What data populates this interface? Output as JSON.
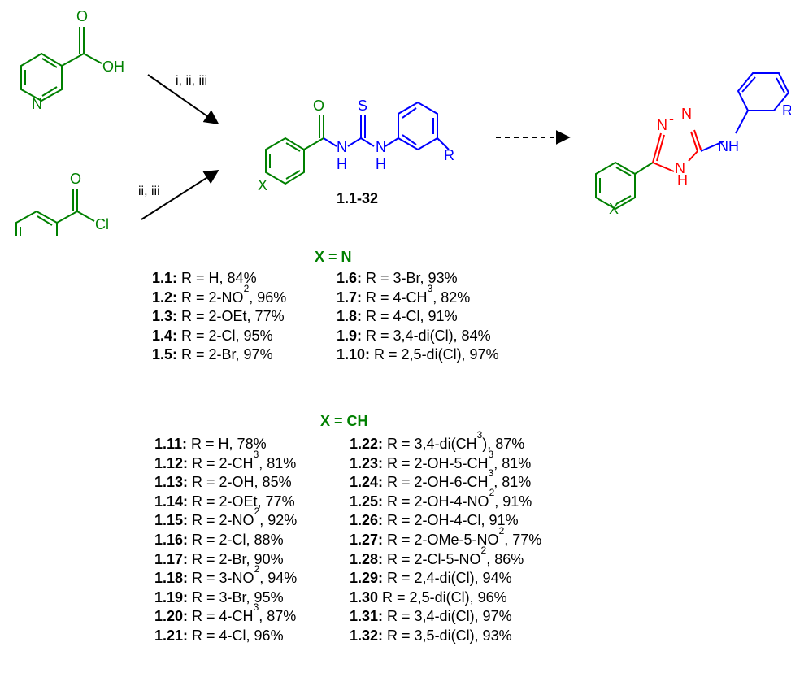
{
  "scheme": {
    "reagents_top": "i, ii, iii",
    "reagents_bottom": "ii, iii",
    "compound_series": "1.1-32",
    "atoms": {
      "carbonyl_o": "O",
      "hydroxyl": "OH",
      "ring_n": "N",
      "chloride": "Cl",
      "ring_x": "X",
      "thio_s": "S",
      "nh": "N",
      "h": "H",
      "r_group": "R",
      "triazole_n1": "N",
      "triazole_n2": "N",
      "triazole_dash": "-",
      "triazole_nh": "NH",
      "triazole_nh_n": "N",
      "triazole_nh_h": "H",
      "r_group_cut": "R"
    },
    "colors": {
      "green": "#008000",
      "blue": "#0000ff",
      "red": "#ff0000",
      "black": "#000000"
    }
  },
  "pyridine_section": {
    "heading": "X = N",
    "col1": [
      {
        "id": "1.1:",
        "pre": " R = H, 84%",
        "sub": "",
        "post": ""
      },
      {
        "id": "1.2:",
        "pre": " R = 2-NO",
        "sub": "2",
        "post": ", 96%"
      },
      {
        "id": "1.3:",
        "pre": " R = 2-OEt, 77%",
        "sub": "",
        "post": ""
      },
      {
        "id": "1.4:",
        "pre": " R = 2-Cl, 95%",
        "sub": "",
        "post": ""
      },
      {
        "id": "1.5:",
        "pre": " R = 2-Br, 97%",
        "sub": "",
        "post": ""
      }
    ],
    "col2": [
      {
        "id": "1.6:",
        "pre": " R = 3-Br, 93%",
        "sub": "",
        "post": ""
      },
      {
        "id": "1.7:",
        "pre": " R = 4-CH",
        "sub": "3",
        "post": ", 82%"
      },
      {
        "id": "1.8:",
        "pre": " R = 4-Cl, 91%",
        "sub": "",
        "post": ""
      },
      {
        "id": "1.9:",
        "pre": " R = 3,4-di(Cl), 84%",
        "sub": "",
        "post": ""
      },
      {
        "id": "1.10:",
        "pre": " R = 2,5-di(Cl), 97%",
        "sub": "",
        "post": ""
      }
    ]
  },
  "benzene_section": {
    "heading": "X = CH",
    "col1": [
      {
        "id": "1.11:",
        "pre": " R = H, 78%",
        "sub": "",
        "post": ""
      },
      {
        "id": "1.12:",
        "pre": " R = 2-CH",
        "sub": "3",
        "post": ", 81%"
      },
      {
        "id": "1.13:",
        "pre": " R = 2-OH, 85%",
        "sub": "",
        "post": ""
      },
      {
        "id": "1.14:",
        "pre": " R = 2-OEt, 77%",
        "sub": "",
        "post": ""
      },
      {
        "id": "1.15:",
        "pre": " R = 2-NO",
        "sub": "2",
        "post": ", 92%"
      },
      {
        "id": "1.16:",
        "pre": " R = 2-Cl, 88%",
        "sub": "",
        "post": ""
      },
      {
        "id": "1.17:",
        "pre": " R = 2-Br, 90%",
        "sub": "",
        "post": ""
      },
      {
        "id": "1.18:",
        "pre": " R = 3-NO",
        "sub": "2",
        "post": ", 94%"
      },
      {
        "id": "1.19:",
        "pre": " R = 3-Br, 95%",
        "sub": "",
        "post": ""
      },
      {
        "id": "1.20:",
        "pre": " R = 4-CH",
        "sub": "3",
        "post": ", 87%"
      },
      {
        "id": "1.21:",
        "pre": " R = 4-Cl, 96%",
        "sub": "",
        "post": ""
      }
    ],
    "col2": [
      {
        "id": "1.22:",
        "pre": " R = 3,4-di(CH",
        "sub": "3",
        "post": "), 87%"
      },
      {
        "id": "1.23:",
        "pre": " R = 2-OH-5-CH",
        "sub": "3",
        "post": ", 81%"
      },
      {
        "id": "1.24:",
        "pre": " R = 2-OH-6-CH",
        "sub": "3",
        "post": ", 81%"
      },
      {
        "id": "1.25:",
        "pre": " R = 2-OH-4-NO",
        "sub": "2",
        "post": ", 91%"
      },
      {
        "id": "1.26:",
        "pre": " R = 2-OH-4-Cl, 91%",
        "sub": "",
        "post": ""
      },
      {
        "id": "1.27:",
        "pre": " R = 2-OMe-5-NO",
        "sub": "2",
        "post": ", 77%"
      },
      {
        "id": "1.28:",
        "pre": " R = 2-Cl-5-NO",
        "sub": "2",
        "post": ", 86%"
      },
      {
        "id": "1.29:",
        "pre": " R = 2,4-di(Cl), 94%",
        "sub": "",
        "post": ""
      },
      {
        "id": "1.30",
        "pre": " R = 2,5-di(Cl), 96%",
        "sub": "",
        "post": ""
      },
      {
        "id": "1.31:",
        "pre": " R = 3,4-di(Cl), 97%",
        "sub": "",
        "post": ""
      },
      {
        "id": "1.32:",
        "pre": " R = 3,5-di(Cl), 93%",
        "sub": "",
        "post": ""
      }
    ]
  }
}
